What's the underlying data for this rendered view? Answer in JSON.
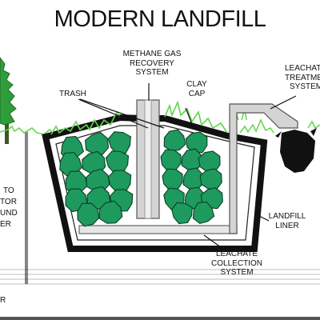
{
  "title": "MODERN LANDFILL",
  "labels": {
    "methane": [
      "METHANE GAS",
      "RECOVERY",
      "SYSTEM"
    ],
    "trash": "TRASH",
    "clay_cap": [
      "CLAY",
      "CAP"
    ],
    "leachate_treatment": [
      "LEACHATE",
      "TREATMENT",
      "SYSTEM"
    ],
    "landfill_liner": [
      "LANDFILL",
      "LINER"
    ],
    "leachate_collection": [
      "LEACHATE",
      "COLLECTION",
      "SYSTEM"
    ],
    "left_cut": [
      "TO",
      "TOR",
      "UND",
      "ER"
    ],
    "left_bottom": "R"
  },
  "colors": {
    "trash": "#1e9a5e",
    "trash_outline": "#0b3f23",
    "grass": "#5ed64a",
    "tree": "#2f9e3a",
    "liner": "#111111",
    "pipe": "#d4d4d4",
    "pipe_outline": "#555555",
    "sky_line": "#c0c0c0"
  }
}
